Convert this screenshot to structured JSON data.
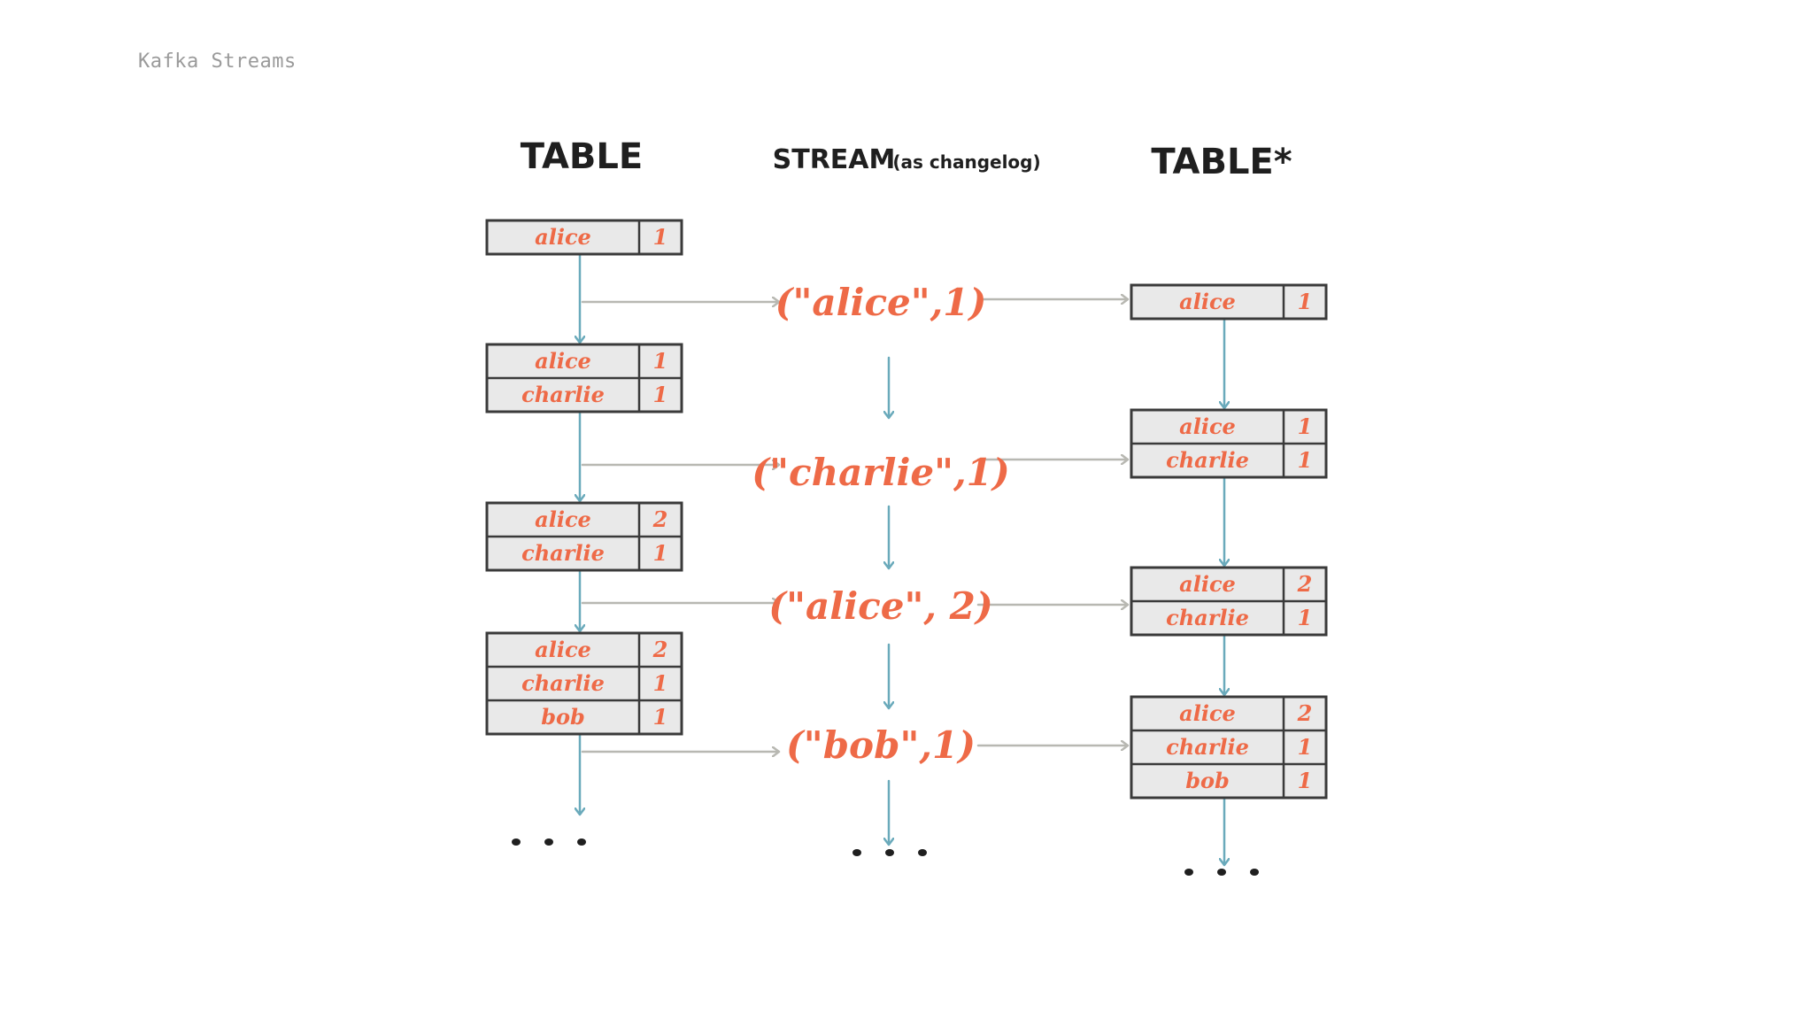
{
  "slide": {
    "label": "Kafka Streams"
  },
  "colors": {
    "accent": "#ee6a47",
    "flow_arrow": "#6aaabb",
    "map_arrow": "#b8b8b2",
    "box_fill": "#e9e9e9",
    "box_border": "#3a3a3a",
    "heading": "#1f1f1f"
  },
  "headers": {
    "table": "TABLE",
    "stream": "STREAM",
    "stream_note": "(as changelog)",
    "table_star": "TABLE*"
  },
  "table_states": [
    [
      {
        "key": "alice",
        "value": "1"
      }
    ],
    [
      {
        "key": "alice",
        "value": "1"
      },
      {
        "key": "charlie",
        "value": "1"
      }
    ],
    [
      {
        "key": "alice",
        "value": "2"
      },
      {
        "key": "charlie",
        "value": "1"
      }
    ],
    [
      {
        "key": "alice",
        "value": "2"
      },
      {
        "key": "charlie",
        "value": "1"
      },
      {
        "key": "bob",
        "value": "1"
      }
    ]
  ],
  "stream_records": [
    "(\"alice\",1)",
    "(\"charlie\",1)",
    "(\"alice\", 2)",
    "(\"bob\",1)"
  ],
  "table_star_states": [
    [
      {
        "key": "alice",
        "value": "1"
      }
    ],
    [
      {
        "key": "alice",
        "value": "1"
      },
      {
        "key": "charlie",
        "value": "1"
      }
    ],
    [
      {
        "key": "alice",
        "value": "2"
      },
      {
        "key": "charlie",
        "value": "1"
      }
    ],
    [
      {
        "key": "alice",
        "value": "2"
      },
      {
        "key": "charlie",
        "value": "1"
      },
      {
        "key": "bob",
        "value": "1"
      }
    ]
  ],
  "continuation": "..."
}
